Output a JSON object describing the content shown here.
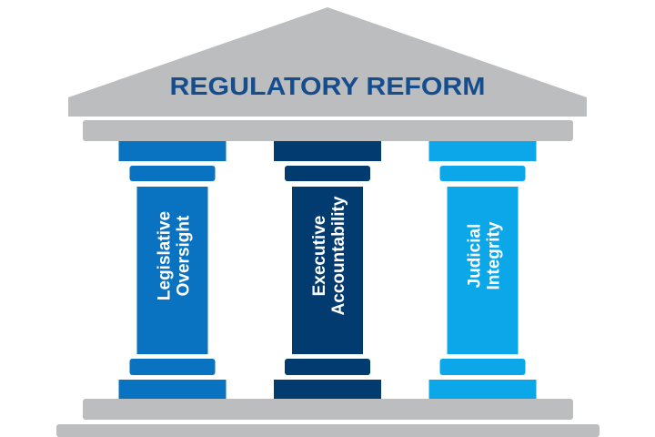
{
  "title": "REGULATORY REFORM",
  "pillars": [
    {
      "line1": "Legislative",
      "line2": "Oversight",
      "color": "#0a73c1"
    },
    {
      "line1": "Executive",
      "line2": "Accountability",
      "color": "#013b6f"
    },
    {
      "line1": "Judicial",
      "line2": "Integrity",
      "color": "#0ca7e9"
    }
  ],
  "colors": {
    "stone": "#bcbdbf",
    "title": "#164d8c",
    "background": "#ffffff"
  }
}
